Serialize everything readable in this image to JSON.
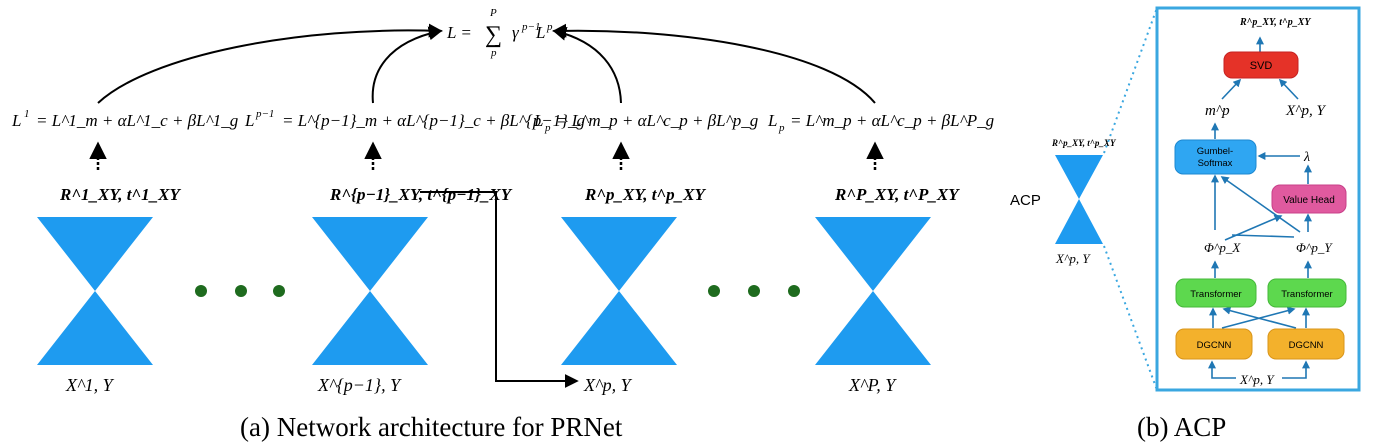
{
  "colors": {
    "hourglass": "#1E9BF0",
    "dots": "#1E6B1E",
    "panel_border": "#3AA7E0",
    "arrow_blue": "#1F77B4",
    "svd": "#E53228",
    "gumbel": "#2FA6F2",
    "value_head": "#E05A9F",
    "transformer": "#5DD84E",
    "dgcnn": "#F3B12C"
  },
  "panel_a": {
    "loss_total": "L = Σ_p^P γ^{p−1} L^p",
    "loss_total_parts": {
      "lhs": "L = ",
      "sum": "∑",
      "sum_top": "P",
      "sum_bottom": "p",
      "term": "γ",
      "term_sup": "p−1",
      "term2": "L",
      "term2_sup": "p"
    },
    "stages": [
      {
        "loss_lhs": "L",
        "loss_lhs_sup": "1",
        "loss_lhs_sub": "",
        "loss_rhs": "= L^1_m + αL^1_c + βL^1_g",
        "pose": "R^1_XY, t^1_XY",
        "pose_sup": "1",
        "input": "X^1, Y",
        "input_sup": "1"
      },
      {
        "loss_lhs": "L",
        "loss_lhs_sup": "p−1",
        "loss_lhs_sub": "",
        "loss_rhs": "= L^{p−1}_m + αL^{p−1}_c + βL^{p−1}_g",
        "pose": "R^{p−1}_XY, t^{p−1}_XY",
        "pose_sup": "p−1",
        "input": "X^{p−1}, Y",
        "input_sup": "p−1"
      },
      {
        "loss_lhs": "L",
        "loss_lhs_sup": "",
        "loss_lhs_sub": "p",
        "loss_rhs": "= L^m_p + αL^c_p + βL^p_g",
        "pose": "R^p_XY, t^p_XY",
        "pose_sup": "p",
        "input": "X^p, Y",
        "input_sup": "p"
      },
      {
        "loss_lhs": "L",
        "loss_lhs_sup": "",
        "loss_lhs_sub": "p",
        "loss_rhs": "= L^m_p + αL^c_p + βL^P_g",
        "pose": "R^P_XY, t^P_XY",
        "pose_sup": "P",
        "input": "X^P, Y",
        "input_sup": "P"
      }
    ],
    "caption": "(a) Network architecture for PRNet"
  },
  "panel_b": {
    "acp_label": "ACP",
    "icon_top": "R^p_XY, t^p_XY",
    "icon_bottom": "X^p, Y",
    "output": "R^p_XY, t^p_XY",
    "svd": "SVD",
    "mp": "m^p",
    "xp_y": "X^p, Y",
    "gumbel_line1": "Gumbel-",
    "gumbel_line2": "Softmax",
    "lambda": "λ",
    "value_head": "Value Head",
    "phi_x": "Φ^p_X",
    "phi_y": "Φ^p_Y",
    "transformer": "Transformer",
    "dgcnn": "DGCNN",
    "input": "X^p, Y",
    "caption": "(b) ACP"
  }
}
